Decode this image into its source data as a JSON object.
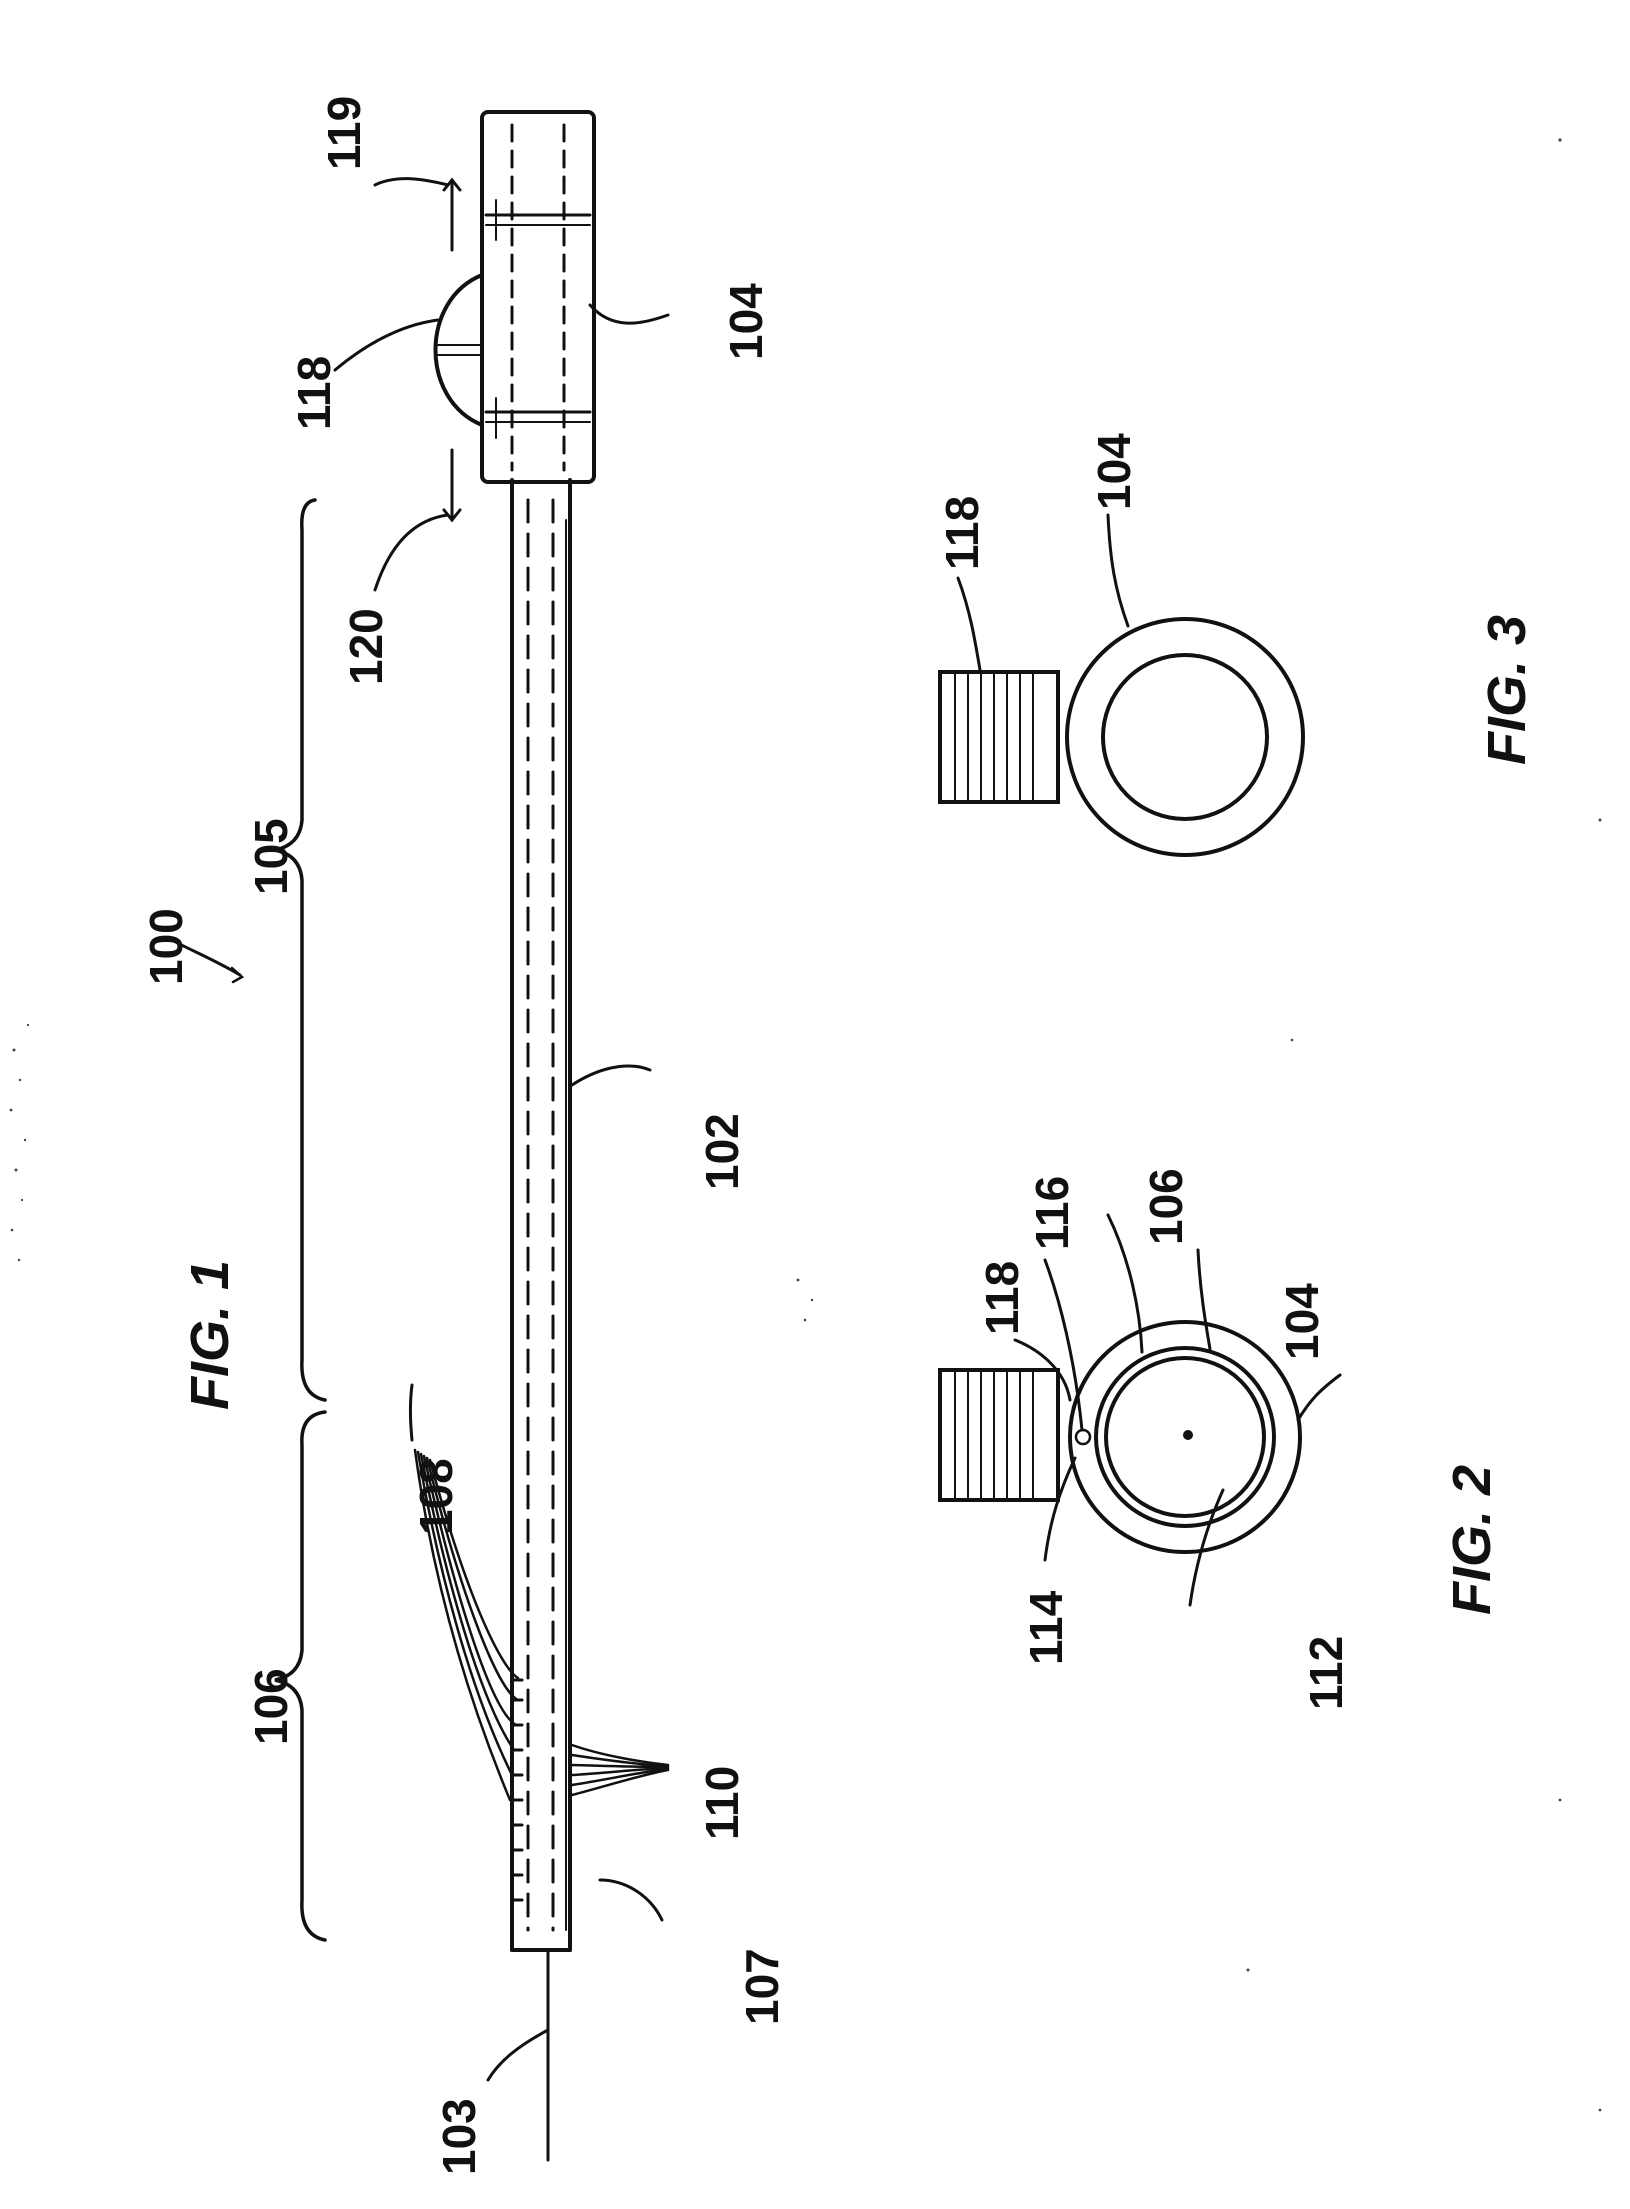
{
  "figures": {
    "fig1": {
      "caption": "FIG. 1",
      "labels": {
        "l100": "100",
        "l102": "102",
        "l103": "103",
        "l104": "104",
        "l105": "105",
        "l106": "106",
        "l107": "107",
        "l108": "108",
        "l110": "110",
        "l118": "118",
        "l119": "119",
        "l120": "120"
      }
    },
    "fig2": {
      "caption": "FIG. 2",
      "labels": {
        "l104": "104",
        "l106": "106",
        "l112": "112",
        "l114": "114",
        "l116": "116",
        "l118": "118"
      }
    },
    "fig3": {
      "caption": "FIG. 3",
      "labels": {
        "l104": "104",
        "l118": "118"
      }
    }
  },
  "colors": {
    "ink": "#111111",
    "paper": "#ffffff"
  }
}
